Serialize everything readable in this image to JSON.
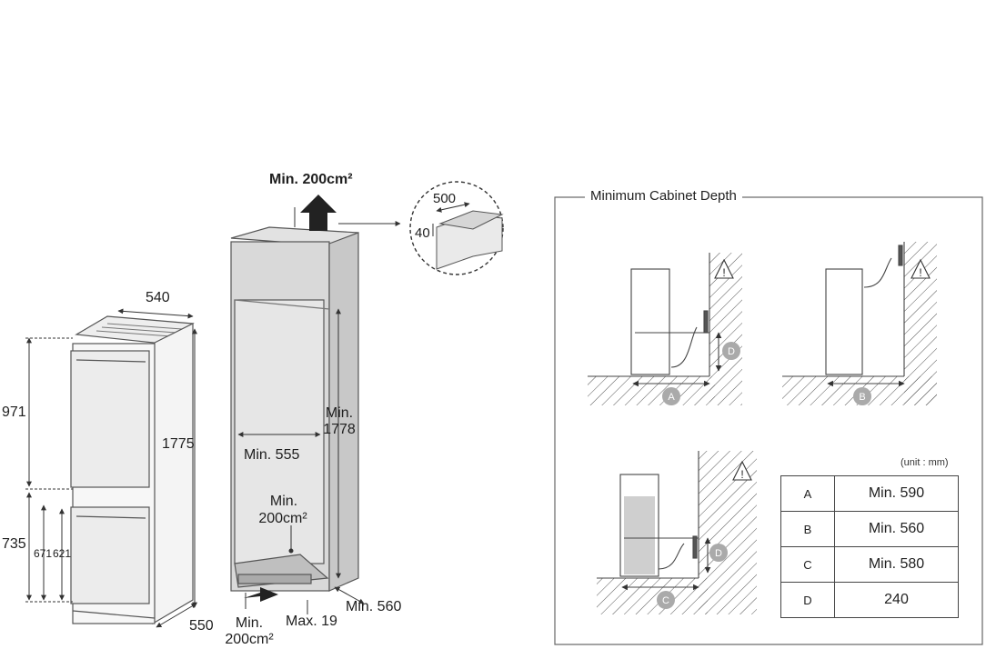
{
  "left_diagram": {
    "top_width": "540",
    "bottom_depth": "550",
    "total_height": "1775",
    "upper_height": "971",
    "lower_height": "735",
    "lower_dim_1": "671",
    "lower_dim_2": "621"
  },
  "cabinet_diagram": {
    "top_vent": "Min. 200cm²",
    "detail_width": "500",
    "detail_height": "40",
    "inner_width": "Min. 555",
    "inner_height_line1": "Min.",
    "inner_height_line2": "1778",
    "bottom_inner_vent_line1": "Min.",
    "bottom_inner_vent_line2": "200cm²",
    "bottom_vent_line1": "Min.",
    "bottom_vent_line2": "200cm²",
    "plinth_gap": "Max. 19",
    "depth": "Min. 560"
  },
  "depth_panel": {
    "title": "Minimum Cabinet Depth",
    "unit_note": "(unit : mm)",
    "markers": [
      "A",
      "B",
      "C",
      "D"
    ],
    "rows": [
      {
        "key": "A",
        "value": "Min. 590"
      },
      {
        "key": "B",
        "value": "Min. 560"
      },
      {
        "key": "C",
        "value": "Min. 580"
      },
      {
        "key": "D",
        "value": "240"
      }
    ]
  }
}
